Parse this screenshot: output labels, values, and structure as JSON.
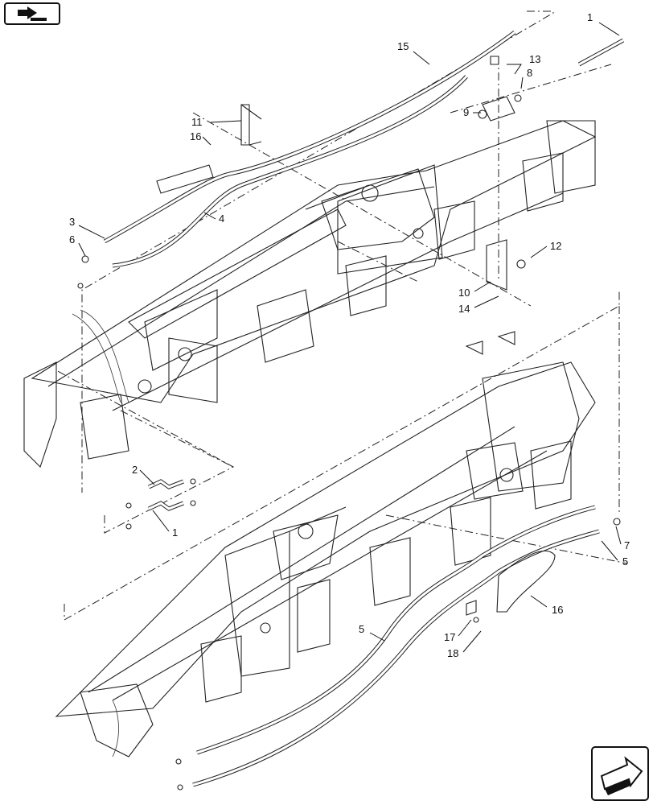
{
  "callouts": {
    "c1a": "1",
    "c15": "15",
    "c13": "13",
    "c8": "8",
    "c9": "9",
    "c11": "11",
    "c16a": "16",
    "c3": "3",
    "c6": "6",
    "c4": "4",
    "c12": "12",
    "c10": "10",
    "c14": "14",
    "c2": "2",
    "c1b": "1",
    "c7": "7",
    "c5a": "5",
    "c16b": "16",
    "c17": "17",
    "c18": "18",
    "c5b": "5"
  },
  "icons": {
    "top_left": "book-arrow-icon",
    "bottom_right": "next-page-arrow-icon"
  }
}
